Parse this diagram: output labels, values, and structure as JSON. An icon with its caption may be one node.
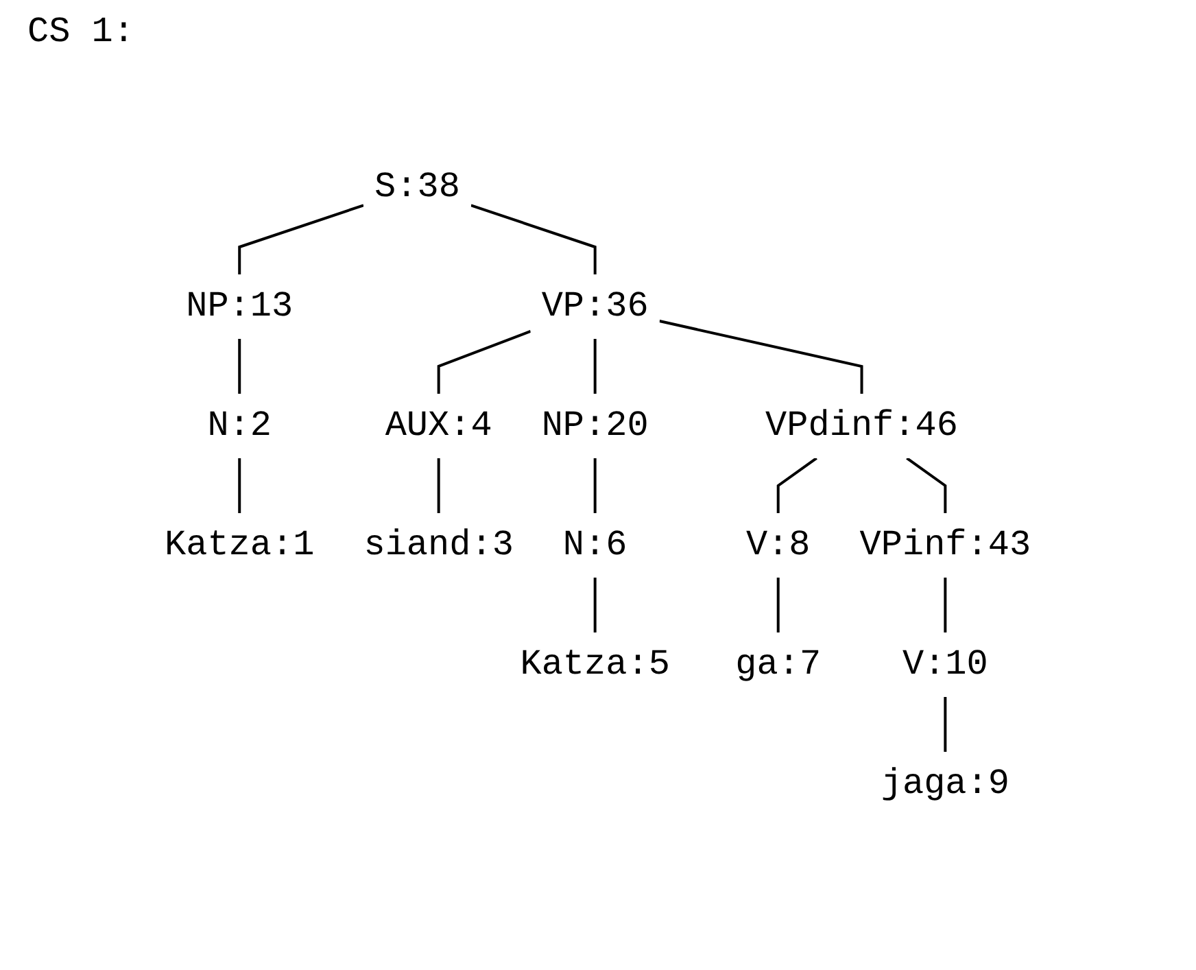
{
  "diagram": {
    "title": "CS 1:",
    "nodes": [
      {
        "text": [
          "S:38"
        ]
      },
      {
        "text": [
          "NP:13"
        ]
      },
      {
        "text": [
          "VP:36"
        ]
      },
      {
        "text": [
          "N:2"
        ]
      },
      {
        "text": [
          "AUX:4"
        ]
      },
      {
        "text": [
          "NP:20"
        ]
      },
      {
        "text": [
          "VPdinf:46"
        ]
      },
      {
        "text": [
          "Katza:1"
        ]
      },
      {
        "text": [
          "siand:3"
        ]
      },
      {
        "text": [
          "N:6"
        ]
      },
      {
        "text": [
          "V:8"
        ]
      },
      {
        "text": [
          "VPinf:43"
        ]
      },
      {
        "text": [
          "Katza:5"
        ]
      },
      {
        "text": [
          "ga:7"
        ]
      },
      {
        "text": [
          "V:10"
        ]
      },
      {
        "text": [
          "jaga:9"
        ]
      }
    ],
    "edges": [
      {
        "from": 0,
        "to": 1,
        "arrow": "none"
      },
      {
        "from": 0,
        "to": 2,
        "arrow": "none"
      },
      {
        "from": 1,
        "to": 3,
        "arrow": "none"
      },
      {
        "from": 2,
        "to": 4,
        "arrow": "none"
      },
      {
        "from": 2,
        "to": 5,
        "arrow": "none"
      },
      {
        "from": 2,
        "to": 6,
        "arrow": "none"
      },
      {
        "from": 3,
        "to": 7,
        "arrow": "none"
      },
      {
        "from": 4,
        "to": 8,
        "arrow": "none"
      },
      {
        "from": 5,
        "to": 9,
        "arrow": "none"
      },
      {
        "from": 6,
        "to": 10,
        "arrow": "none"
      },
      {
        "from": 6,
        "to": 11,
        "arrow": "none"
      },
      {
        "from": 9,
        "to": 12,
        "arrow": "none"
      },
      {
        "from": 10,
        "to": 13,
        "arrow": "none"
      },
      {
        "from": 11,
        "to": 14,
        "arrow": "none"
      },
      {
        "from": 14,
        "to": 15,
        "arrow": "none"
      }
    ]
  }
}
